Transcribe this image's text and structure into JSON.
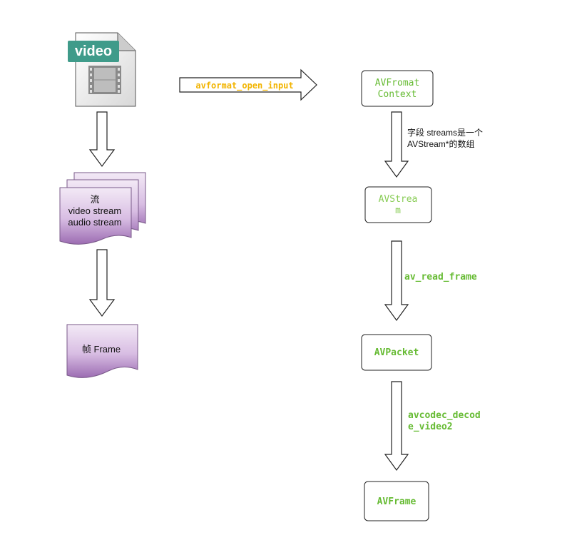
{
  "colors": {
    "green": "#66bb33",
    "green_light": "#88cc55",
    "orange": "#f2b400",
    "purple_light": "#e3cdea",
    "purple_dark": "#a57ab8",
    "teal": "#3f9b8a",
    "doc_gray": "#e6e6e6",
    "stroke": "#333333"
  },
  "video_file": {
    "label": "video"
  },
  "streams_doc": {
    "line1": "流",
    "line2": "video stream",
    "line3": "audio stream"
  },
  "frame_doc": {
    "label": "帧 Frame"
  },
  "open_input": {
    "label": "avformat_open_input"
  },
  "nodes": {
    "format_context": {
      "line1": "AVFromat",
      "line2": "Context"
    },
    "stream": {
      "line1": "AVStrea",
      "line2": "m"
    },
    "packet": {
      "label": "AVPacket"
    },
    "frame": {
      "label": "AVFrame"
    }
  },
  "edges": {
    "streams_field": {
      "line1": "字段 streams是一个",
      "line2": "AVStream*的数组"
    },
    "read_frame": {
      "label": "av_read_frame"
    },
    "decode_video": {
      "line1": "avcodec_decod",
      "line2": "e_video2"
    }
  }
}
